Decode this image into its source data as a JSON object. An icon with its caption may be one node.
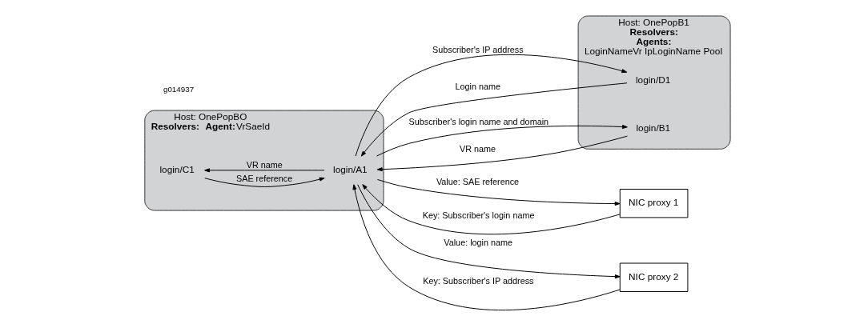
{
  "diagram": {
    "nodes": [
      {
        "text": [
          "Host: OnePopBO",
          "**Resolvers:**  **Agent:**VrSaeId"
        ]
      },
      {
        "text": [
          "login/C1"
        ],
        "in": 0
      },
      {
        "text": [
          "login/A1"
        ],
        "in": 0
      },
      {
        "text": [
          "Host: OnePopB1",
          "**Resolvers:**",
          "**Agents:**",
          "LoginNameVr IpLoginName Pool"
        ]
      },
      {
        "text": [
          "login/D1"
        ],
        "in": 3
      },
      {
        "text": [
          "login/B1"
        ],
        "in": 3
      },
      {
        "text": [
          "NIC proxy 1"
        ]
      },
      {
        "text": [
          "NIC proxy 2"
        ]
      }
    ],
    "edges": [
      {
        "from": 6,
        "to": 2,
        "arrow": "to",
        "label": "Key: Subscriber's login name"
      },
      {
        "from": 2,
        "to": 6,
        "arrow": "to",
        "label": "Value: SAE reference"
      },
      {
        "from": 7,
        "to": 2,
        "arrow": "to",
        "label": "Key: Subscriber's IP address"
      },
      {
        "from": 2,
        "to": 7,
        "arrow": "to",
        "label": "Value: login name"
      },
      {
        "from": 2,
        "to": 1,
        "arrow": "to",
        "label": "VR name"
      },
      {
        "from": 1,
        "to": 2,
        "arrow": "to",
        "label": "SAE reference"
      },
      {
        "from": 2,
        "to": 4,
        "arrow": "to",
        "label": "Subscriber's IP address"
      },
      {
        "from": 4,
        "to": 2,
        "arrow": "to",
        "label": "Login name"
      },
      {
        "from": 5,
        "to": 2,
        "arrow": "to",
        "label": "VR name"
      },
      {
        "from": 2,
        "to": 5,
        "arrow": "to",
        "label": "Subscriber's login name and domain"
      }
    ],
    "labels": [
      "g014937"
    ]
  }
}
